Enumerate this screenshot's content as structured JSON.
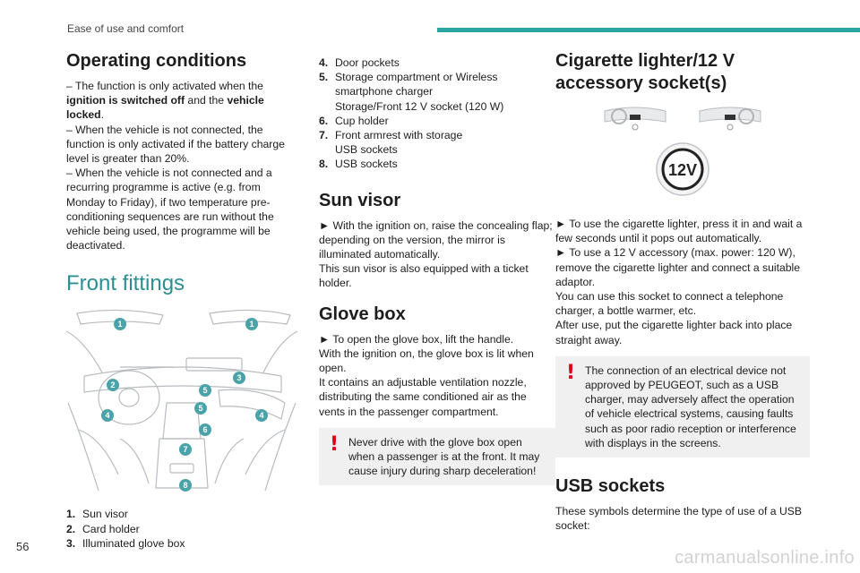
{
  "header": {
    "section_title": "Ease of use and comfort",
    "accent_color": "#2aa3a3"
  },
  "page_number": "56",
  "watermark": "carmanualsonline.info",
  "operating_conditions": {
    "title": "Operating conditions",
    "p1_pre": "– The function is only activated when the ",
    "p1_bold1": "ignition is switched off",
    "p1_mid": " and the ",
    "p1_bold2": "vehicle locked",
    "p1_end": ".",
    "p2": "– When the vehicle is not connected, the function is only activated if the battery charge level is greater than 20%.",
    "p3": "– When the vehicle is not connected and a recurring programme is active (e.g. from Monday to Friday), if two temperature pre-conditioning sequences are run without the vehicle being used, the programme will be deactivated."
  },
  "front_fittings": {
    "title": "Front fittings",
    "items": [
      {
        "num": "1.",
        "text": "Sun visor"
      },
      {
        "num": "2.",
        "text": "Card holder"
      },
      {
        "num": "3.",
        "text": "Illuminated glove box"
      },
      {
        "num": "4.",
        "text": "Door pockets"
      },
      {
        "num": "5.",
        "text": "Storage compartment or Wireless smartphone charger"
      },
      {
        "num": "",
        "text": "Storage/Front 12 V socket (120 W)"
      },
      {
        "num": "6.",
        "text": "Cup holder"
      },
      {
        "num": "7.",
        "text": "Front armrest with storage"
      },
      {
        "num": "",
        "text": "USB sockets"
      },
      {
        "num": "8.",
        "text": "USB sockets"
      }
    ],
    "callouts": [
      "1",
      "1",
      "2",
      "3",
      "4",
      "4",
      "5",
      "5",
      "6",
      "7",
      "8"
    ]
  },
  "sun_visor": {
    "title": "Sun visor",
    "p1": "► With the ignition on, raise the concealing flap; depending on the version, the mirror is illuminated automatically.",
    "p2": "This sun visor is also equipped with a ticket holder."
  },
  "glove_box": {
    "title": "Glove box",
    "p1": "► To open the glove box, lift the handle.",
    "p2": "With the ignition on, the glove box is lit when open.",
    "p3": "It contains an adjustable ventilation nozzle, distributing the same conditioned air as the vents in the passenger compartment.",
    "warning": "Never drive with the glove box open when a passenger is at the front. It may cause injury during sharp deceleration!"
  },
  "cigarette_lighter": {
    "title": "Cigarette lighter/12 V accessory socket(s)",
    "socket_label": "12V",
    "p1": "► To use the cigarette lighter, press it in and wait a few seconds until it pops out automatically.",
    "p2": "► To use a 12 V accessory (max. power: 120 W), remove the cigarette lighter and connect a suitable adaptor.",
    "p3": "You can use this socket to connect a telephone charger, a bottle warmer, etc.",
    "p4": "After use, put the cigarette lighter back into place straight away.",
    "warning": "The connection of an electrical device not approved by PEUGEOT, such as a USB charger, may adversely affect the operation of vehicle electrical systems, causing faults such as poor radio reception or interference with displays in the screens."
  },
  "usb_sockets": {
    "title": "USB sockets",
    "p1": "These symbols determine the type of use of a USB socket:"
  },
  "colors": {
    "warning_red": "#e0001b",
    "callout_teal": "#4aa3a8",
    "box_grey": "#f0f0f0"
  }
}
